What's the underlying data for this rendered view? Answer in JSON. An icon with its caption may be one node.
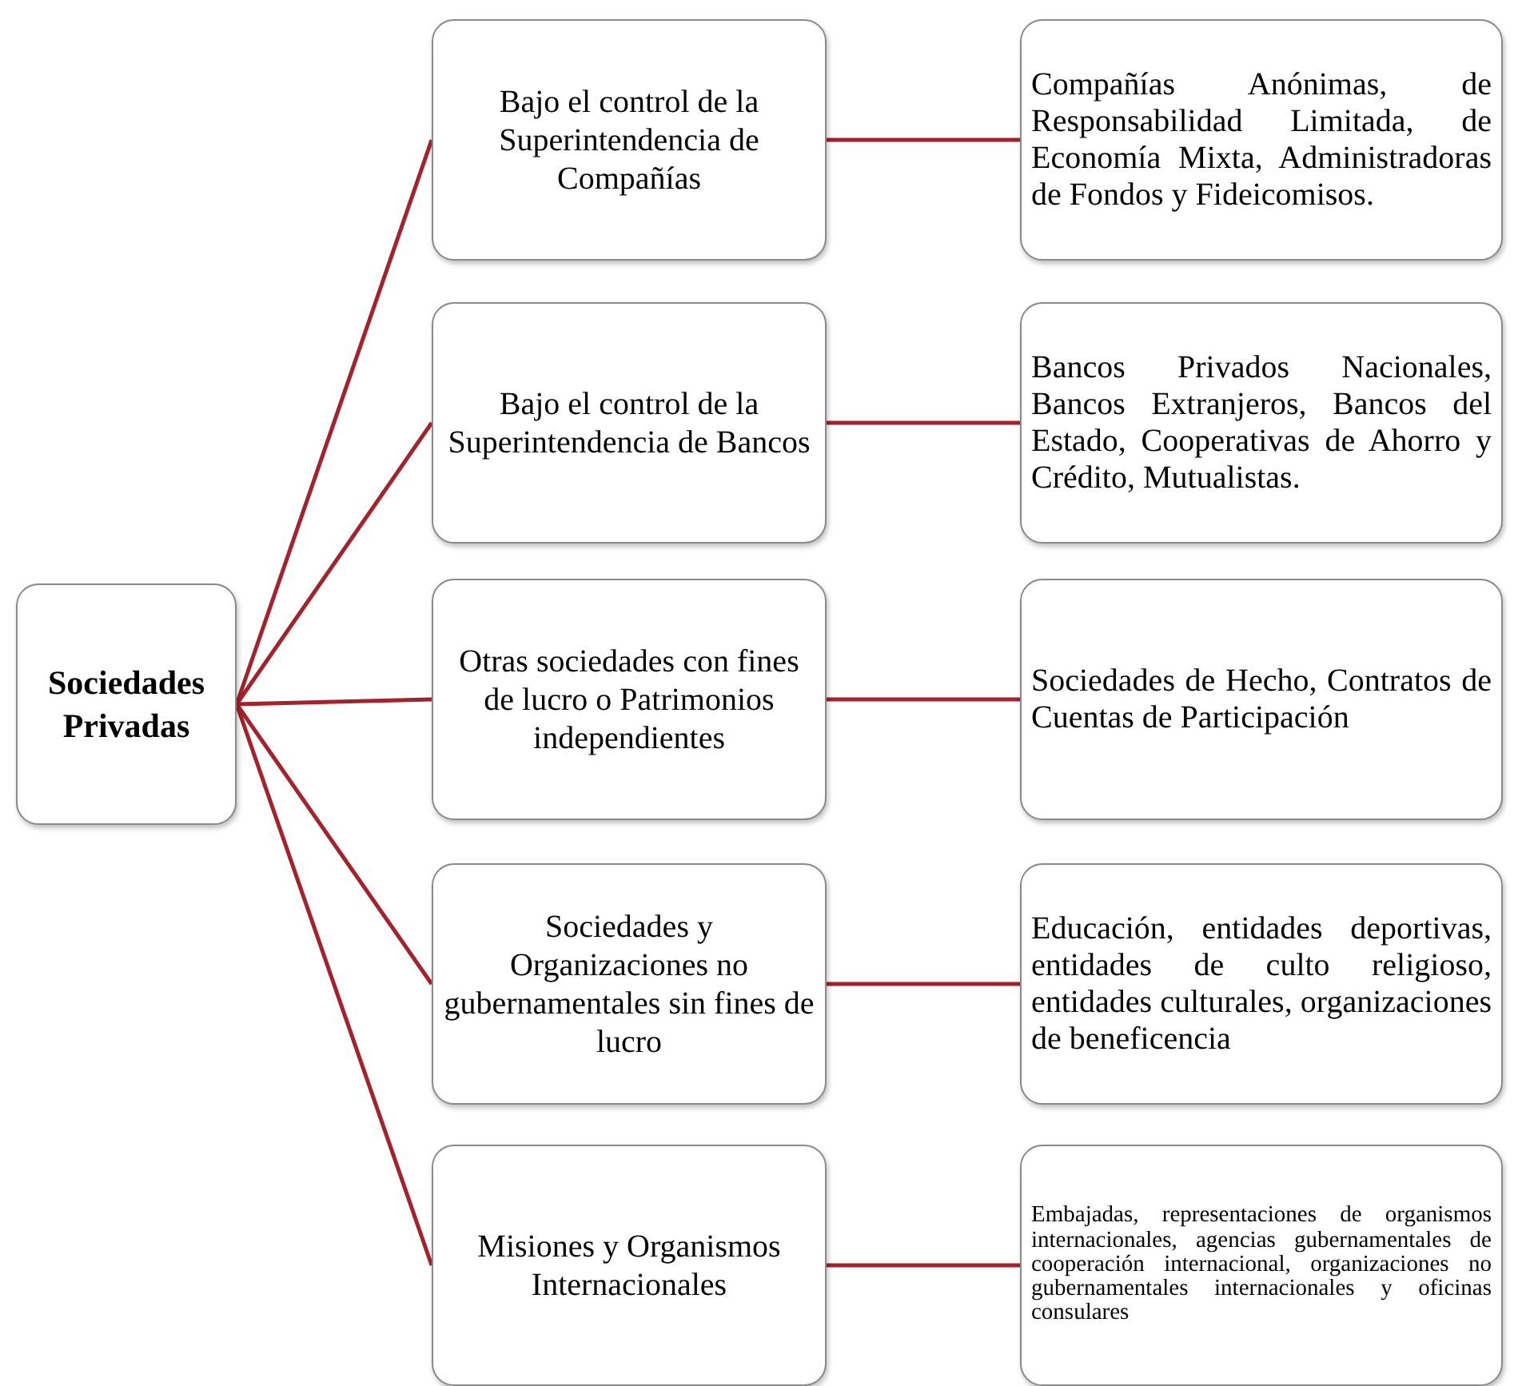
{
  "diagram": {
    "nodes": [
      {
        "text": [
          "Sociedades Privadas"
        ]
      },
      {
        "text": [
          "Bajo el control de la Superintendencia de Compañías"
        ]
      },
      {
        "text": [
          "Bajo el control de la Superintendencia de Bancos"
        ]
      },
      {
        "text": [
          "Otras sociedades con fines de lucro o Patrimonios independientes"
        ]
      },
      {
        "text": [
          "Sociedades y Organizaciones no gubernamentales sin fines de lucro"
        ]
      },
      {
        "text": [
          "Misiones y Organismos Internacionales"
        ]
      },
      {
        "text": [
          "Compañías Anónimas, de Responsabilidad Limitada, de Economía Mixta, Administradoras de Fondos y Fideicomisos."
        ]
      },
      {
        "text": [
          "Bancos Privados Nacionales, Bancos Extranjeros, Bancos del Estado, Cooperativas de Ahorro y Crédito, Mutualistas."
        ]
      },
      {
        "text": [
          "Sociedades de Hecho, Contratos de Cuentas de Participación"
        ]
      },
      {
        "text": [
          "Educación, entidades deportivas, entidades de culto religioso, entidades culturales, organizaciones de beneficencia"
        ]
      },
      {
        "text": [
          "Embajadas, representaciones de organismos internacionales, agencias gubernamentales de cooperación internacional, organizaciones no gubernamentales internacionales y oficinas consulares"
        ]
      }
    ],
    "edges": [
      {
        "from": 0,
        "to": 1,
        "arrow": "none"
      },
      {
        "from": 0,
        "to": 2,
        "arrow": "none"
      },
      {
        "from": 0,
        "to": 3,
        "arrow": "none"
      },
      {
        "from": 0,
        "to": 4,
        "arrow": "none"
      },
      {
        "from": 0,
        "to": 5,
        "arrow": "none"
      },
      {
        "from": 1,
        "to": 6,
        "arrow": "none"
      },
      {
        "from": 2,
        "to": 7,
        "arrow": "none"
      },
      {
        "from": 3,
        "to": 8,
        "arrow": "none"
      },
      {
        "from": 4,
        "to": 9,
        "arrow": "none"
      },
      {
        "from": 5,
        "to": 10,
        "arrow": "none"
      }
    ]
  }
}
